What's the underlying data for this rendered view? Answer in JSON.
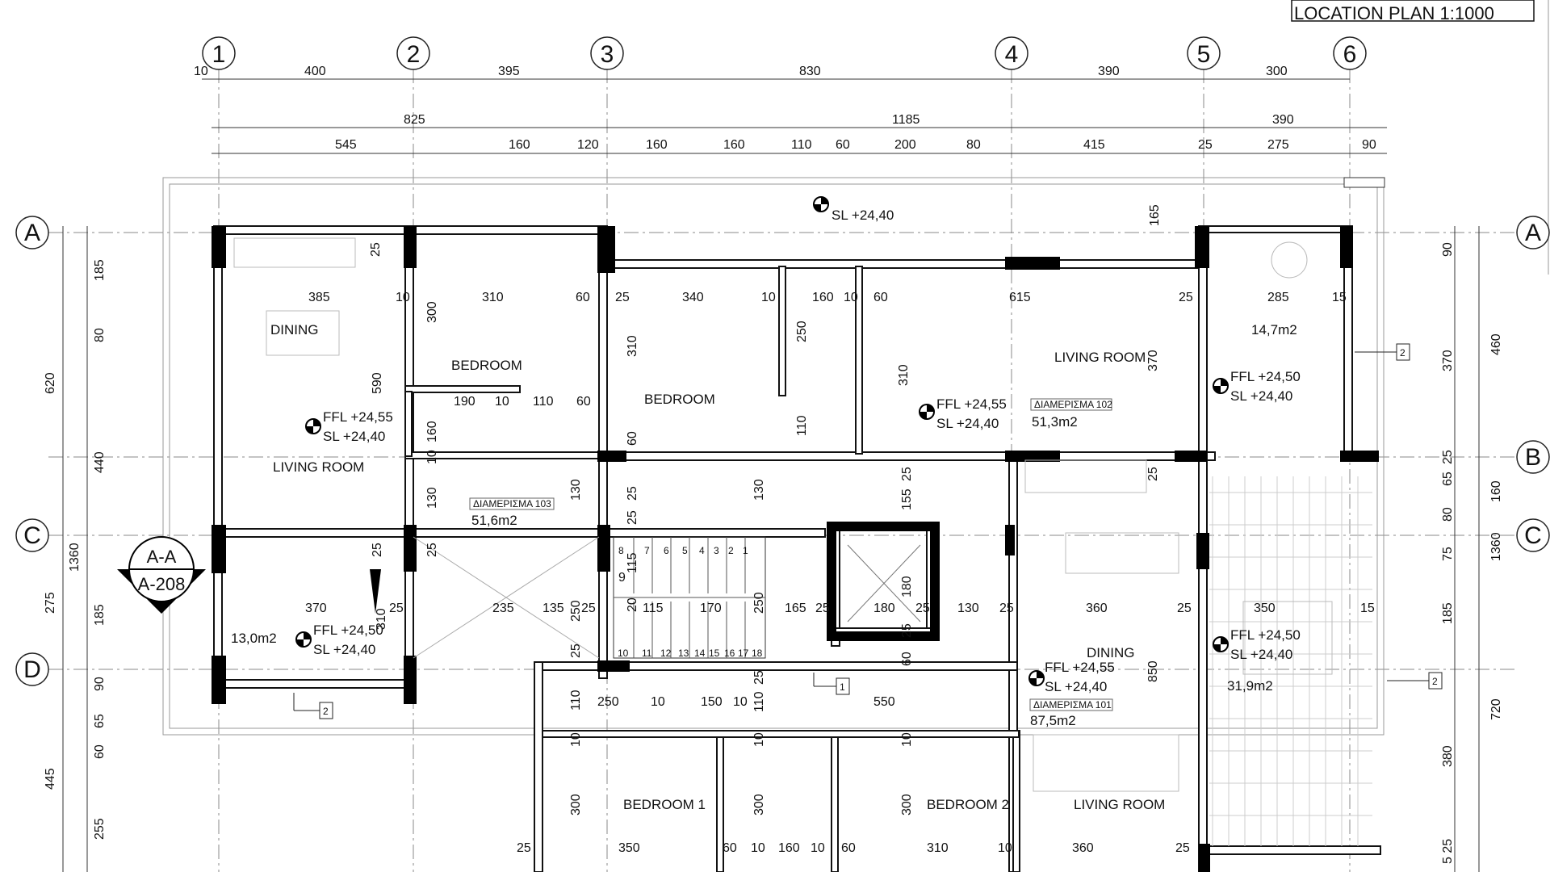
{
  "title_block": {
    "location_plan": "LOCATION PLAN 1:1000"
  },
  "grid": {
    "columns": [
      "1",
      "2",
      "3",
      "4",
      "5",
      "6"
    ],
    "rows": [
      "A",
      "B",
      "C",
      "D"
    ]
  },
  "dimensions": {
    "top_row1": [
      "10",
      "400",
      "395",
      "830",
      "390",
      "300"
    ],
    "top_row2": [
      "825",
      "1185",
      "390"
    ],
    "top_row3": [
      "545",
      "160",
      "120",
      "160",
      "160",
      "110",
      "60",
      "200",
      "80",
      "415",
      "25",
      "275",
      "90"
    ],
    "left_outer": [
      "620",
      "1360",
      "275",
      "445"
    ],
    "left_inner": [
      "185",
      "80",
      "440",
      "185",
      "90",
      "65",
      "60",
      "255"
    ],
    "right_inner": [
      "90",
      "370",
      "25",
      "65",
      "80",
      "75",
      "185",
      "380",
      "5 25"
    ],
    "right_outer": [
      "460",
      "160",
      "1360",
      "720"
    ],
    "interior": [
      "165",
      "25",
      "385",
      "10",
      "310",
      "60",
      "25",
      "340",
      "10",
      "160",
      "10",
      "60",
      "615",
      "25",
      "285",
      "15",
      "300",
      "590",
      "310",
      "250",
      "310",
      "370",
      "190",
      "10",
      "110",
      "60",
      "160",
      "10",
      "60",
      "110",
      "130",
      "130",
      "25",
      "130",
      "155",
      "25",
      "25",
      "25",
      "25",
      "25",
      "115",
      "9",
      "20",
      "115",
      "170",
      "250",
      "165",
      "25",
      "180",
      "25",
      "130",
      "25",
      "360",
      "25",
      "350",
      "15",
      "370",
      "25",
      "235",
      "135",
      "25",
      "250",
      "310",
      "180",
      "25",
      "60",
      "25",
      "110",
      "250",
      "10",
      "150",
      "10",
      "110",
      "25",
      "550",
      "10",
      "10",
      "10",
      "850",
      "300",
      "300",
      "300",
      "350",
      "60",
      "10",
      "160",
      "10",
      "60",
      "310",
      "10",
      "360",
      "25",
      "25"
    ]
  },
  "stair_numbers": [
    "8",
    "7",
    "6",
    "5",
    "4",
    "3",
    "2",
    "1",
    "10",
    "11",
    "12",
    "13",
    "14",
    "15",
    "16",
    "17",
    "18"
  ],
  "rooms": {
    "dining_103": "DINING",
    "bedroom_a": "BEDROOM",
    "bedroom_b": "BEDROOM",
    "living_102": "LIVING ROOM",
    "living_103": "LIVING ROOM",
    "dining_101": "DINING",
    "bedroom1": "BEDROOM 1",
    "bedroom2": "BEDROOM 2",
    "living_101": "LIVING ROOM"
  },
  "apartments": {
    "a103": {
      "label": "ΔΙΑΜΕΡΙΣΜΑ 103",
      "area": "51,6m2"
    },
    "a102": {
      "label": "ΔΙΑΜΕΡΙΣΜΑ 102",
      "area": "51,3m2"
    },
    "a101": {
      "label": "ΔΙΑΜΕΡΙΣΜΑ 101",
      "area": "87,5m2"
    }
  },
  "areas": {
    "balcony_top_right": "14,7m2",
    "balcony_left": "13,0m2",
    "balcony_right": "31,9m2"
  },
  "levels": {
    "sl_top": "SL   +24,40",
    "ffl_2455": "FFL +24,55",
    "ffl_2450": "FFL +24,50",
    "sl_2440": "SL   +24,40"
  },
  "section": {
    "name": "A-A",
    "sheet": "A-208"
  },
  "tags": {
    "one": "1",
    "two": "2"
  }
}
